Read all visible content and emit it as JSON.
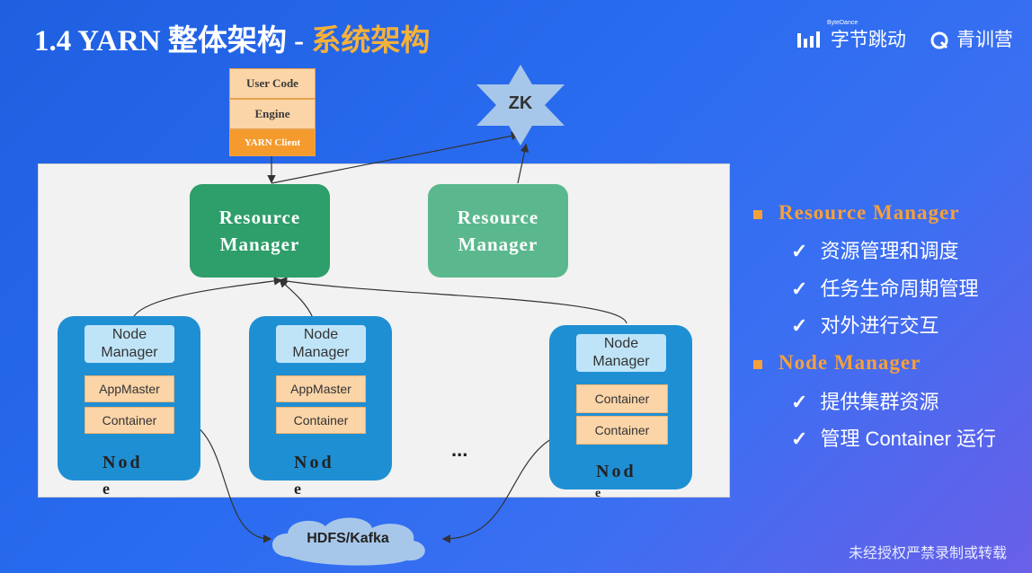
{
  "slide": {
    "title_main": "1.4 YARN 整体架构 - ",
    "title_accent": "系统架构",
    "brand_bytedance_small": "ByteDance",
    "brand_bytedance": "字节跳动",
    "brand_camp": "青训营",
    "footer": "未经授权严禁录制或转载",
    "accent_color": "#f5b13a"
  },
  "diagram": {
    "client": [
      "User Code",
      "Engine",
      "YARN Client"
    ],
    "zk": "ZK",
    "rm_active": "Resource\nManager",
    "rm_standby": "Resource\nManager",
    "node_manager": "Node\nManager",
    "appmaster": "AppMaster",
    "container": "Container",
    "node_label_1": "Nod",
    "node_label_2": "e",
    "ellipsis": "...",
    "hdfs": "HDFS/Kafka"
  },
  "sidebar": {
    "rm_header": "Resource Manager",
    "rm_items": [
      "资源管理和调度",
      "任务生命周期管理",
      "对外进行交互"
    ],
    "nm_header": "Node Manager",
    "nm_items": [
      "提供集群资源",
      "管理 Container 运行"
    ],
    "check_icon": "✓"
  }
}
